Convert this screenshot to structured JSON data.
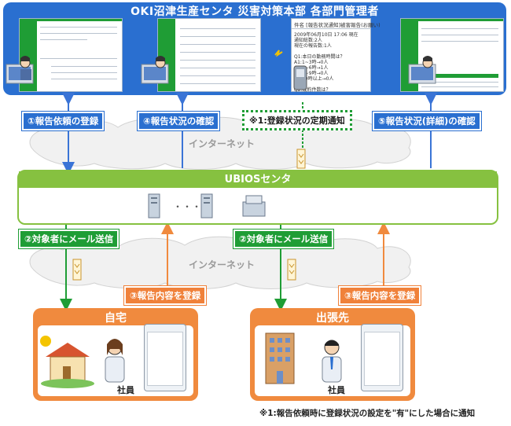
{
  "top": {
    "title": "OKI沼津生産センタ 災害対策本部 各部門管理者"
  },
  "labels": {
    "report_request": "①報告依頼の登録",
    "status_check": "④報告状況の確認",
    "periodic_notice": "※1:登録状況の定期通知",
    "detail_check": "⑤報告状況(詳細)の確認",
    "mail_send_1": "②対象者にメール送信",
    "mail_send_2": "②対象者にメール送信",
    "register_1": "③報告内容を登録",
    "register_2": "③報告内容を登録"
  },
  "internet": {
    "top": "インターネット",
    "bottom": "インターネット"
  },
  "ubios": {
    "title": "UBIOSセンタ",
    "dots": "・・・"
  },
  "home": {
    "title": "自宅",
    "person": "社員"
  },
  "trip": {
    "title": "出張先",
    "person": "社員"
  },
  "mobile_msg": {
    "subject_label": "件名",
    "subject": "[報告状況通知]被害報告(お願い)",
    "lines": [
      "2009年06月10日 17:06 現在",
      "通知総数:2人",
      "現在の報告数:1人",
      "",
      "Q1:本日の勤務時間は？",
      "A1:1~3時→0人",
      "A2:4~6時→1人",
      "A3:7~9時→0人",
      "A4:10時以上→0人",
      "",
      "Q2:成約件数は？"
    ]
  },
  "footnote": "※1:報告依頼時に登録状況の設定を\"有\"にした場合に通知",
  "colors": {
    "blue": "#2a6fd0",
    "green": "#1f9d35",
    "lime": "#86c140",
    "orange": "#f08a3e"
  }
}
